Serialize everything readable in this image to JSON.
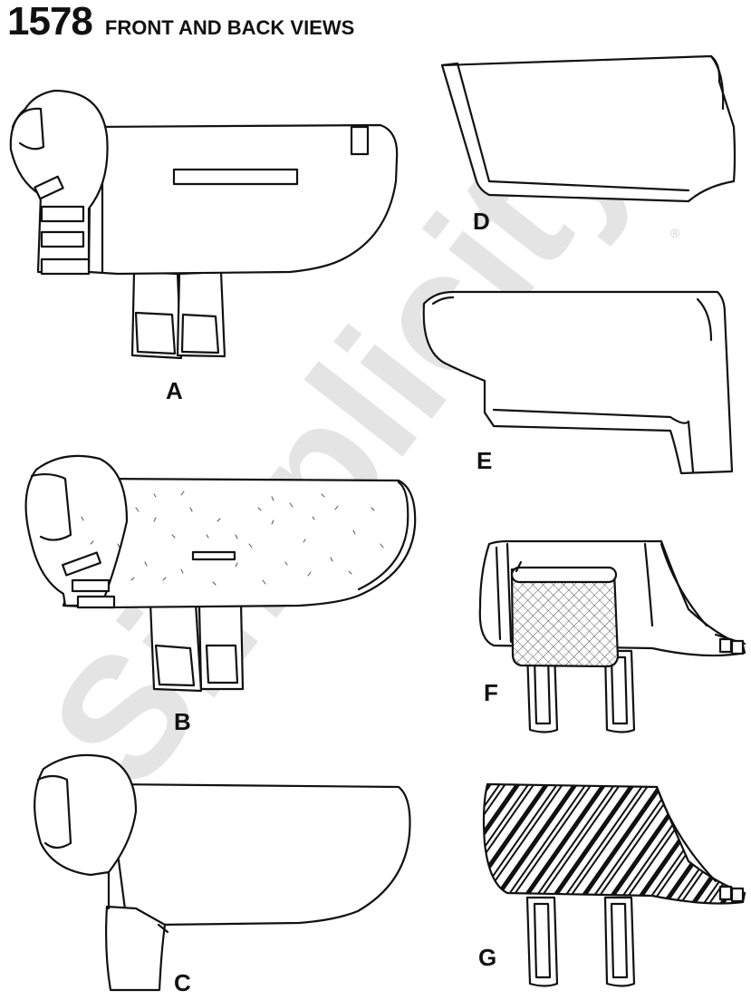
{
  "header": {
    "pattern_number": "1578",
    "title": "FRONT AND BACK VIEWS"
  },
  "watermark": {
    "brand": "Simplicity",
    "mark": "®",
    "color": "#e6e6e6"
  },
  "views": [
    {
      "id": "A",
      "label": "A"
    },
    {
      "id": "B",
      "label": "B"
    },
    {
      "id": "C",
      "label": "C"
    },
    {
      "id": "D",
      "label": "D"
    },
    {
      "id": "E",
      "label": "E"
    },
    {
      "id": "F",
      "label": "F"
    },
    {
      "id": "G",
      "label": "G"
    }
  ],
  "colors": {
    "line": "#111111",
    "fill": "#ffffff",
    "mesh": "#dcdcdc"
  }
}
